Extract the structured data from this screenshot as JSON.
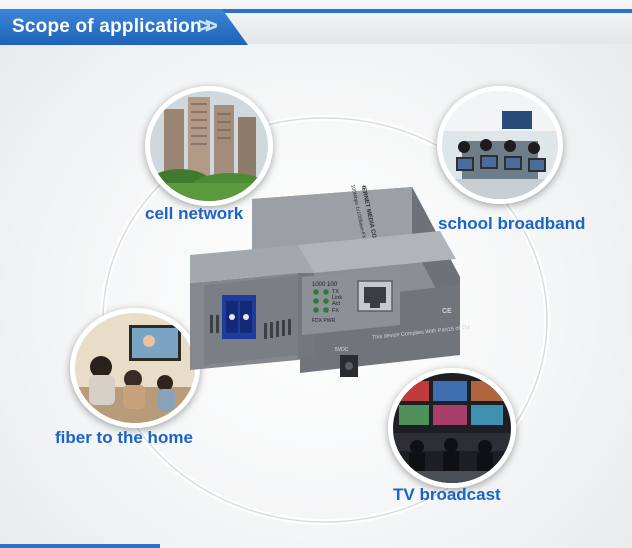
{
  "header": {
    "title": "Scope of application",
    "chevrons": ">>"
  },
  "scenarios": [
    {
      "id": "cell-network",
      "label": "cell network"
    },
    {
      "id": "school-broadband",
      "label": "school broadband"
    },
    {
      "id": "fiber-to-the-home",
      "label": "fiber to the home"
    },
    {
      "id": "tv-broadcast",
      "label": "TV broadcast"
    }
  ],
  "device": {
    "front_label_top": "ETHERNET MEDIA CONVERTER",
    "front_label_bottom": "10/100Mbps 1x100Base-FX",
    "led_speed_label": "1000 100",
    "led_labels": [
      "TX",
      "Link",
      "Act",
      "FX"
    ],
    "led_bottom_labels": "FDX PWR",
    "power_label": "5VDC",
    "rear_notice": "This device Complies With Part15 of The FCC Rules 22",
    "ce_mark": "CE"
  },
  "colors": {
    "accent_blue": "#1f63b8",
    "label_blue": "#1a64c8",
    "device_grey": "#7d8288"
  }
}
